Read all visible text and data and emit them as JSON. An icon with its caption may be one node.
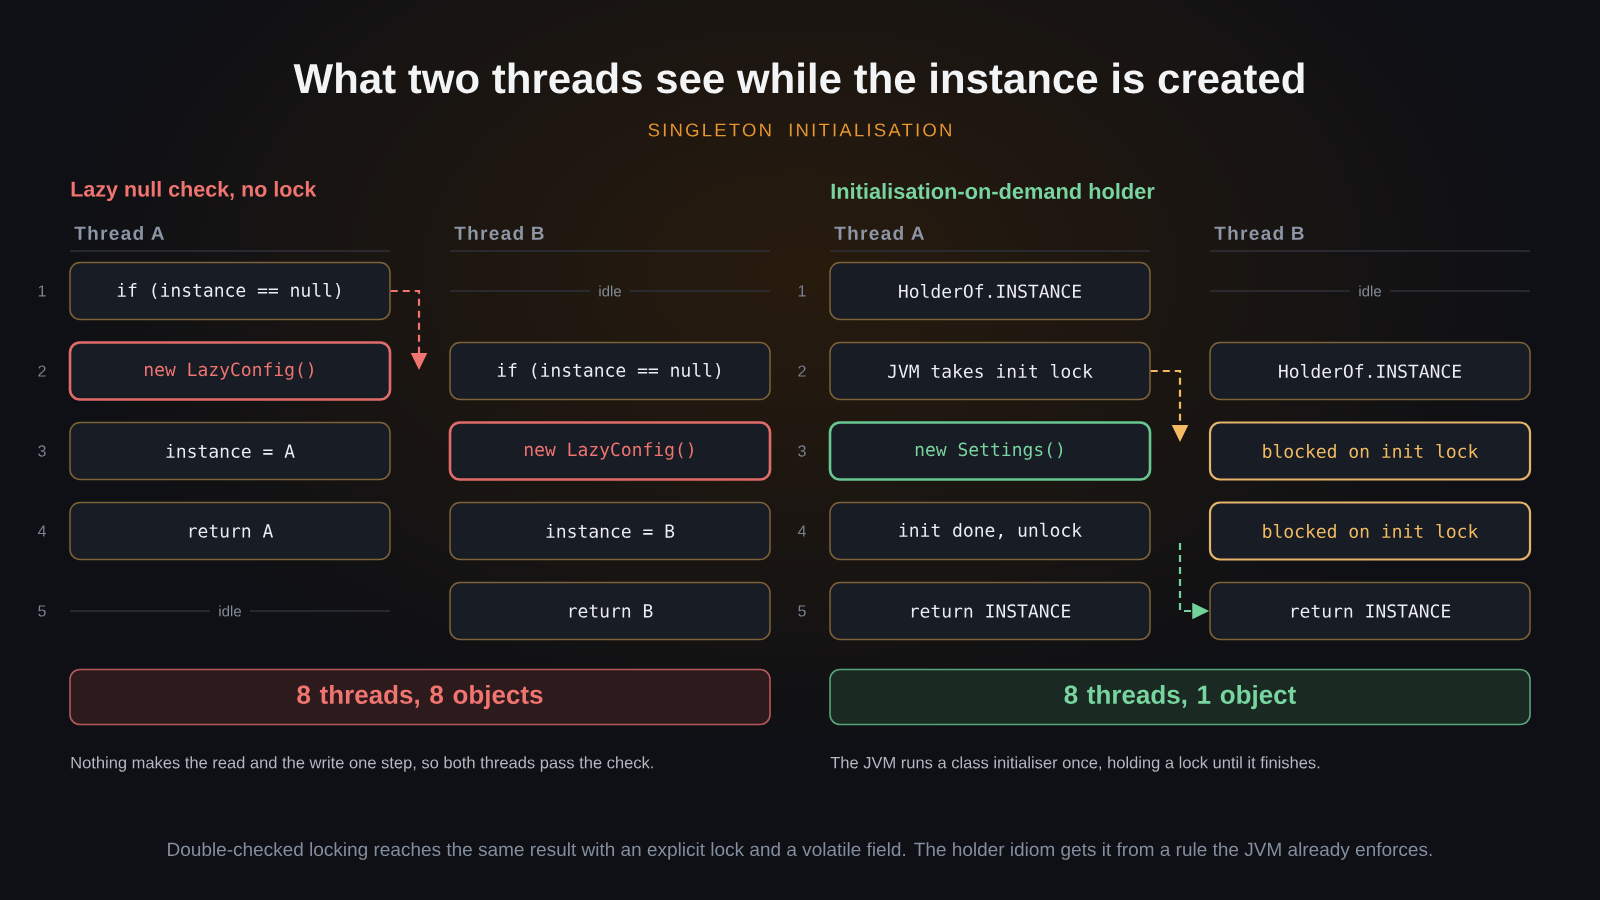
{
  "diagram": {
    "title": "What two threads see while the instance is created",
    "caption": "Double-checked locking reaches the same result with an explicit lock and a volatile field. The holder idiom gets it from a rule the JVM already enforces.",
    "nodes": [
      {
        "text": [
          "if (instance == null)"
        ]
      },
      {
        "text": [
          "new LazyConfig()"
        ]
      },
      {
        "text": [
          "instance = A"
        ]
      },
      {
        "text": [
          "return A"
        ]
      },
      {
        "text": [
          "if (instance == null)"
        ]
      },
      {
        "text": [
          "new LazyConfig()"
        ]
      },
      {
        "text": [
          "instance = B"
        ]
      },
      {
        "text": [
          "return B"
        ]
      },
      {
        "text": [
          "HolderOf.INSTANCE"
        ]
      },
      {
        "text": [
          "JVM takes init lock"
        ]
      },
      {
        "text": [
          "new Settings()"
        ]
      },
      {
        "text": [
          "init done, unlock"
        ]
      },
      {
        "text": [
          "return INSTANCE"
        ]
      },
      {
        "text": [
          "HolderOf.INSTANCE"
        ]
      },
      {
        "text": [
          "blocked on init lock"
        ]
      },
      {
        "text": [
          "blocked on init lock"
        ]
      },
      {
        "text": [
          "return INSTANCE"
        ]
      },
      {
        "text": [
          "8 threads, 8 objects"
        ]
      },
      {
        "text": [
          "8 threads, 1 object"
        ]
      }
    ],
    "edges": [
      {
        "from": 0,
        "to": null,
        "arrow": "to",
        "style": "dashed",
        "color": "#f07470"
      },
      {
        "from": 9,
        "to": null,
        "arrow": "to",
        "style": "dashed",
        "color": "#f4bb63"
      },
      {
        "from": null,
        "to": 16,
        "arrow": "to",
        "style": "dashed",
        "color": "#72d39c"
      }
    ],
    "labels": [
      "SINGLETON INITIALISATION",
      "Lazy null check, no lock",
      "Thread A",
      "Thread B",
      "1",
      "idle",
      "2",
      "3",
      "4",
      "5",
      "idle",
      "Initialisation-on-demand holder",
      "Thread A",
      "Thread B",
      "1",
      "idle",
      "2",
      "3",
      "4",
      "5",
      "Nothing makes the read and the write one step, so both threads pass the check.",
      "The JVM runs a class initialiser once, holding a lock until it finishes."
    ]
  }
}
